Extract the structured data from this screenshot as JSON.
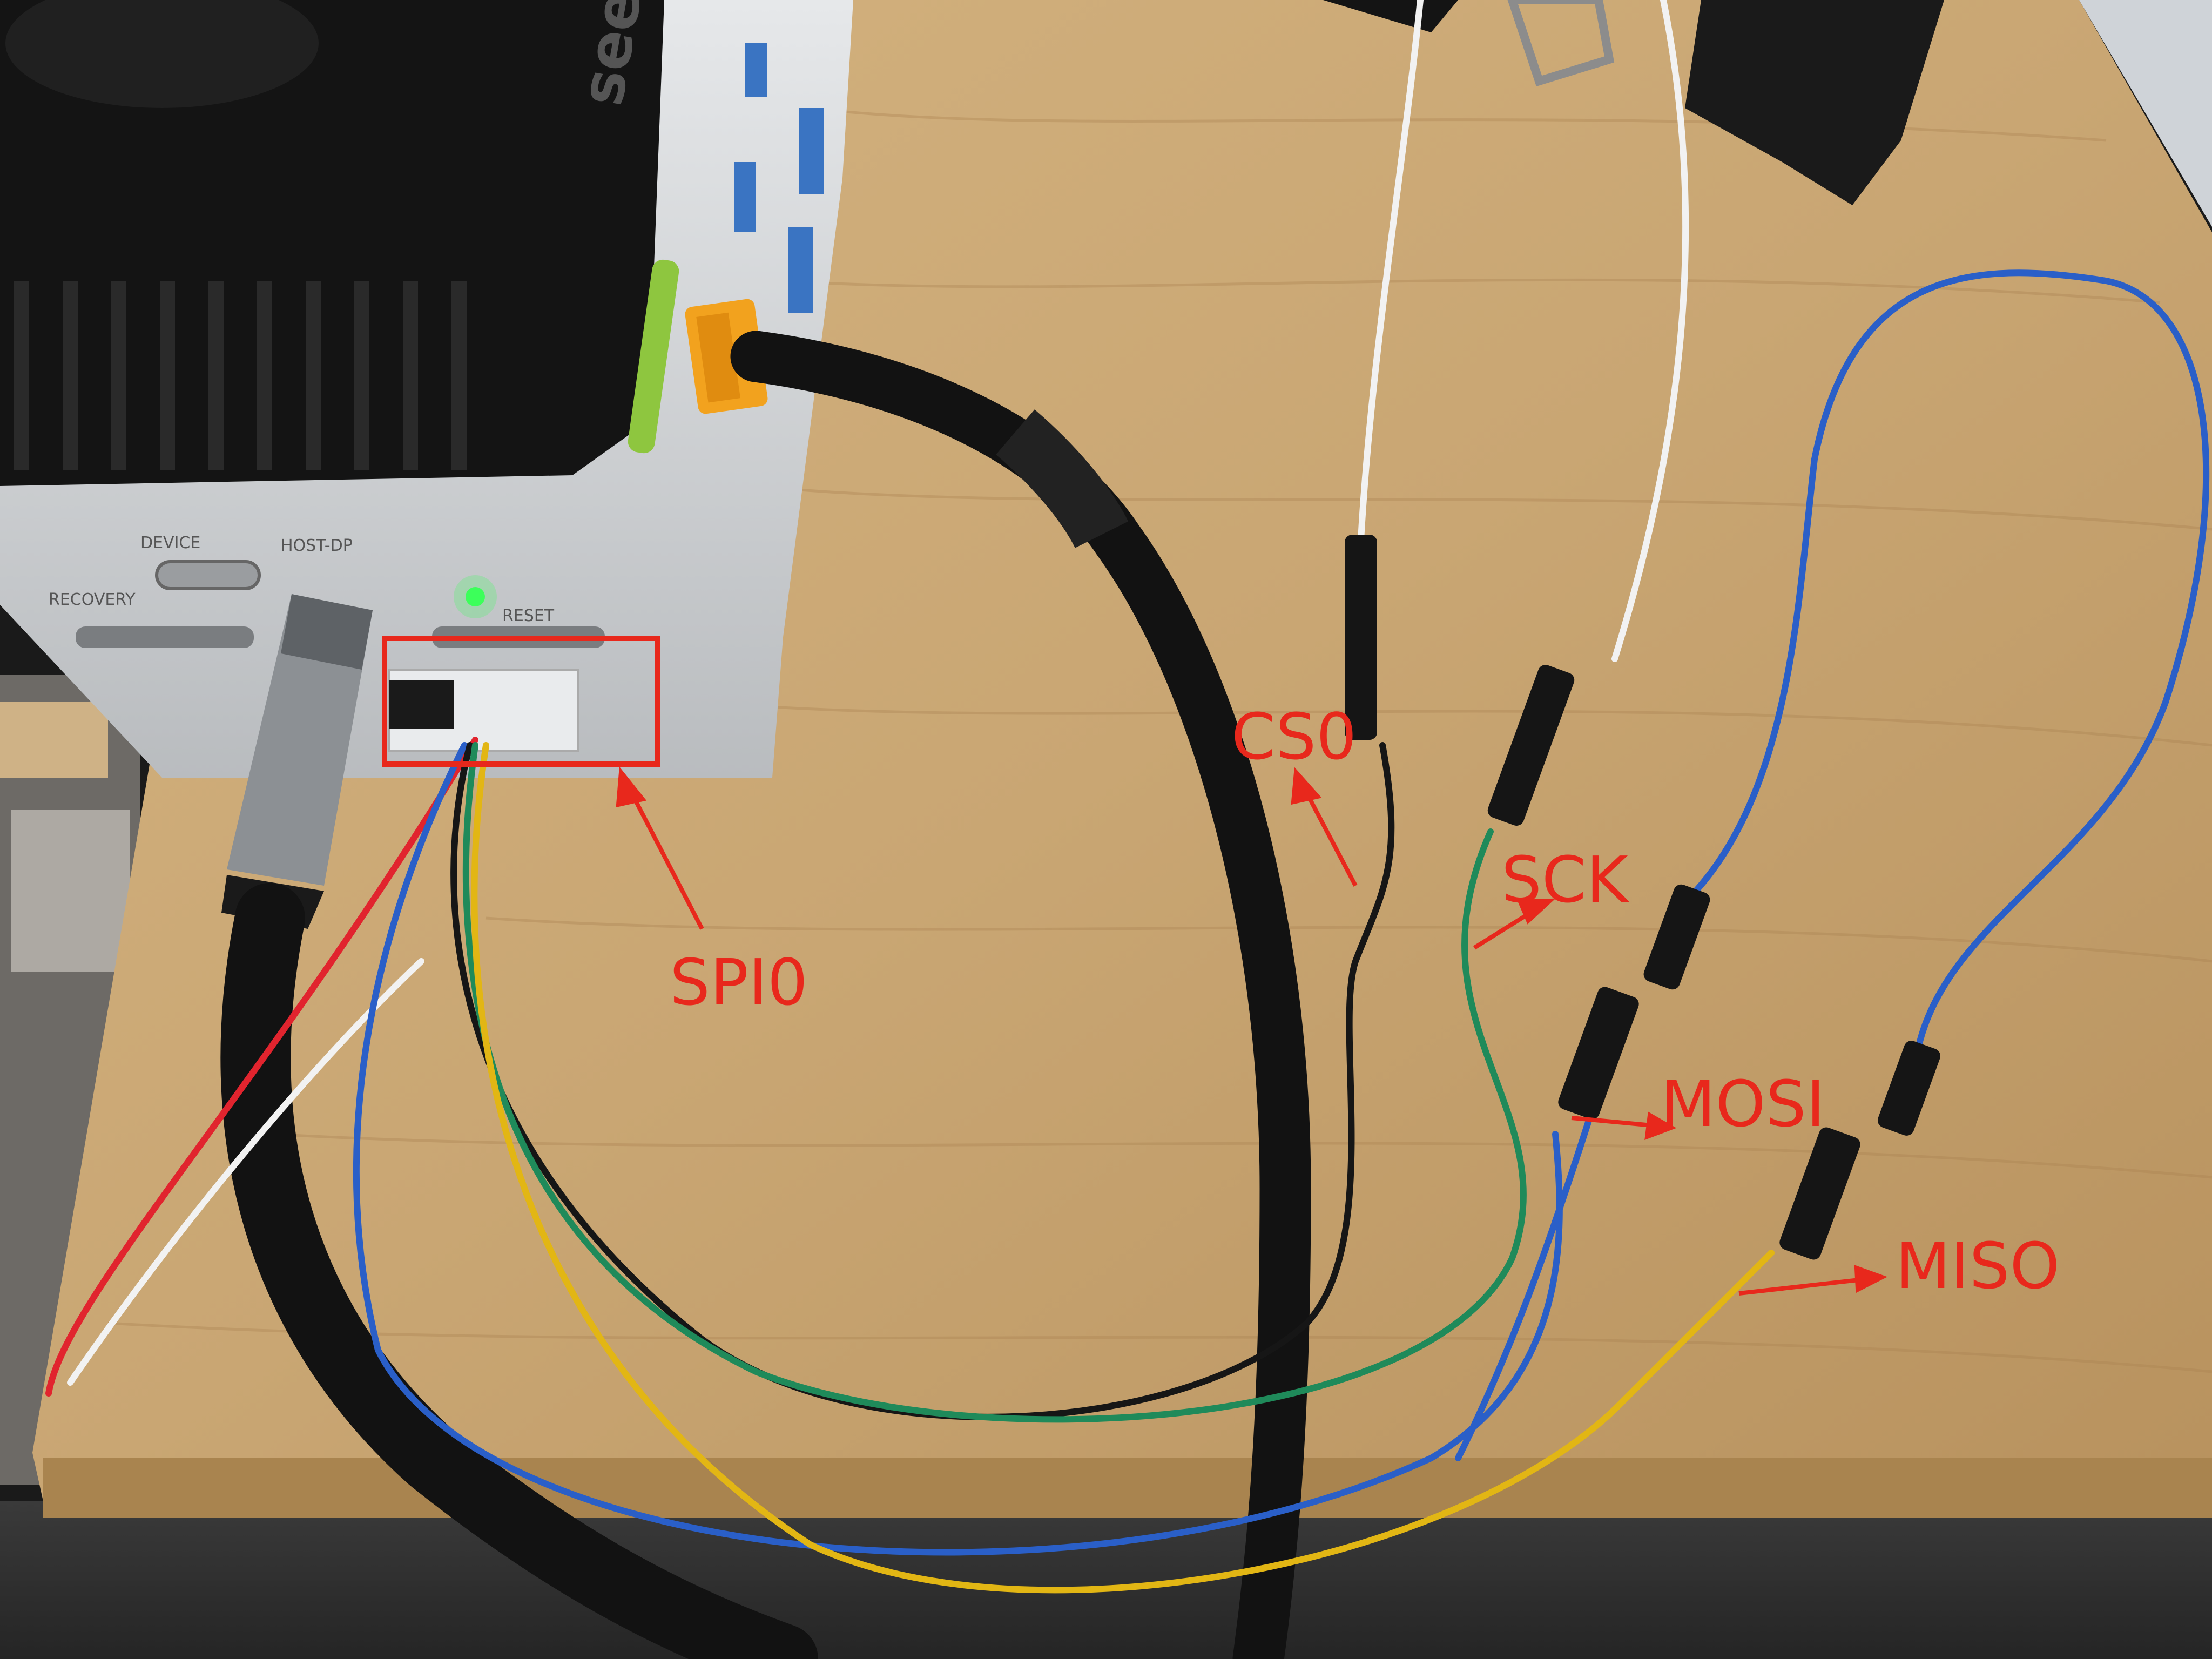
{
  "labels": {
    "spi": "SPI0",
    "cs": "CS0",
    "sck": "SCK",
    "mosi": "MOSI",
    "miso": "MISO"
  },
  "device": {
    "brand_text": "seee",
    "port_labels": [
      "RECOVERY",
      "DEVICE",
      "HOST-DP",
      "RESET"
    ]
  },
  "colors": {
    "annotation": "#e8281c",
    "desk": "#c9a673",
    "wire_green": "#1f8a5a",
    "wire_yellow": "#e2b614",
    "wire_blue": "#2a5fc8",
    "wire_black": "#161616",
    "wire_white": "#f2f2f2",
    "wire_red": "#e1242e",
    "xt_connector": "#f2a21e",
    "status_led": "#3dff5a"
  }
}
